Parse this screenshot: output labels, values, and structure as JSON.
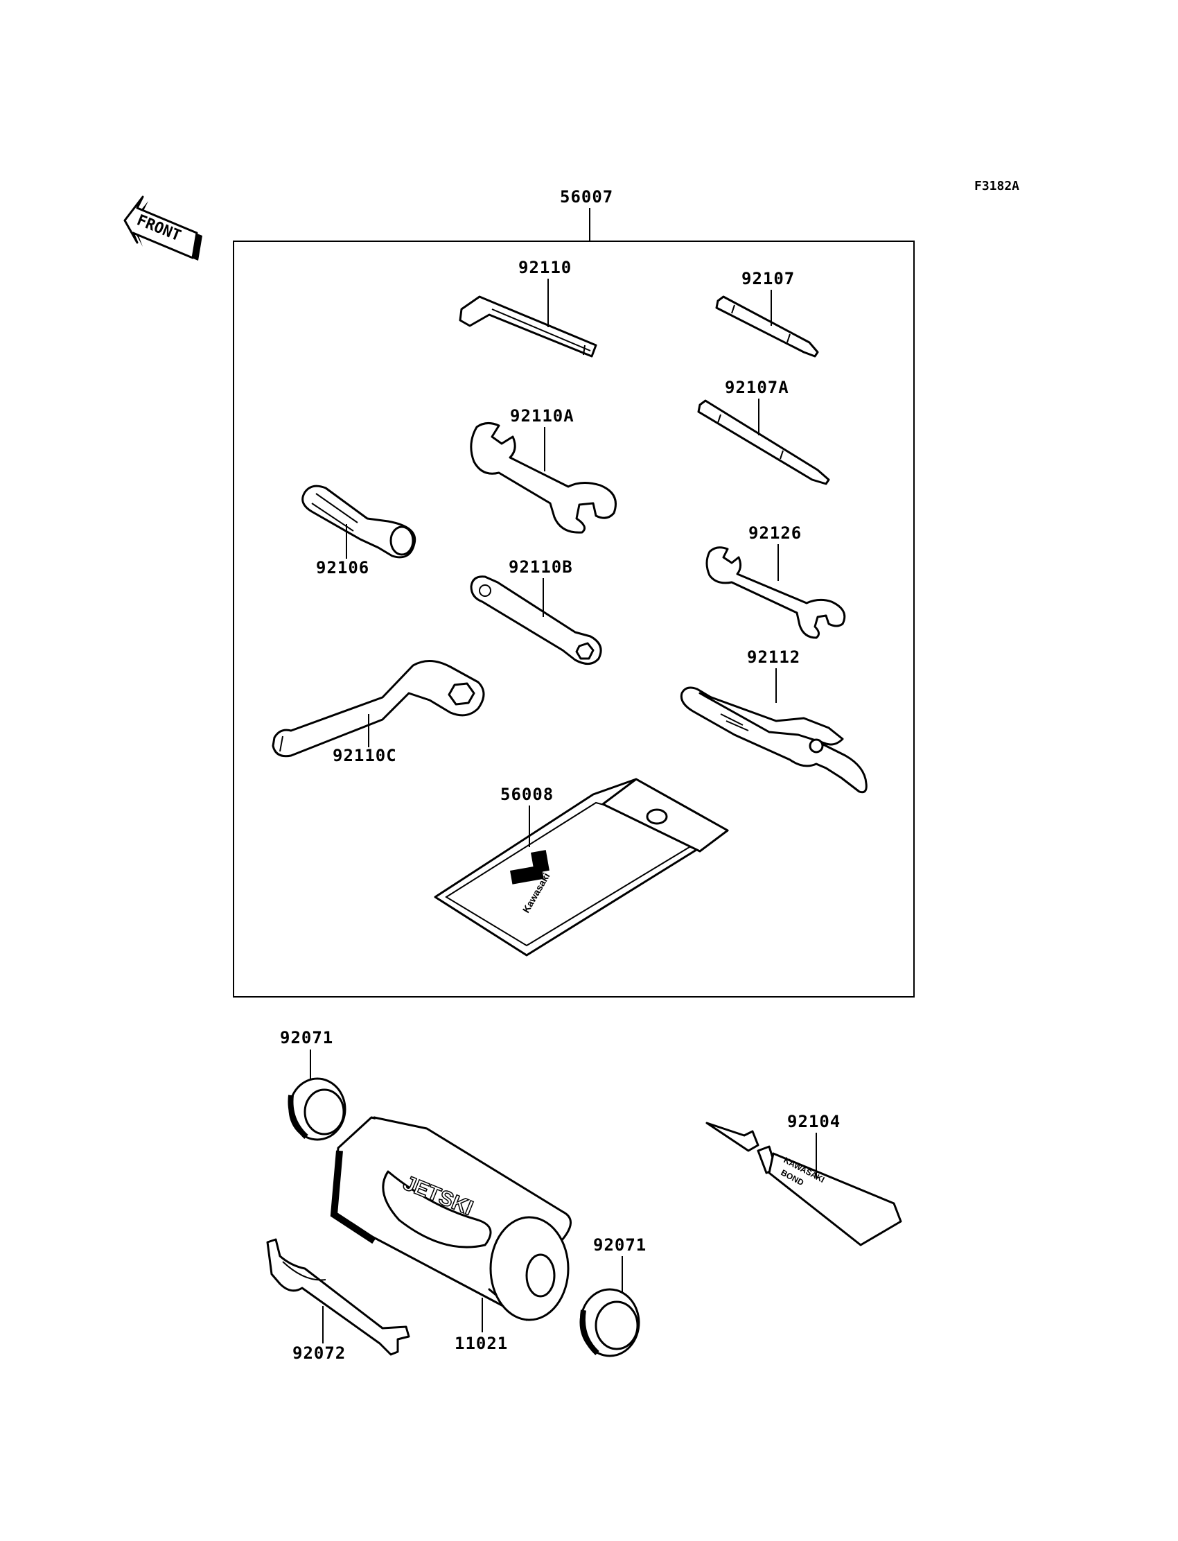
{
  "figure_code": "F3182A",
  "front_arrow": {
    "text": "FRONT",
    "icon": "front-arrow-icon"
  },
  "kit": {
    "part_number": "56007"
  },
  "parts": {
    "p92110": "92110",
    "p92107": "92107",
    "p92107A": "92107A",
    "p92110A": "92110A",
    "p92106": "92106",
    "p92126": "92126",
    "p92110B": "92110B",
    "p92112": "92112",
    "p92110C": "92110C",
    "p56008": "56008",
    "p92071_top": "92071",
    "p92104": "92104",
    "p92071_bottom": "92071",
    "p92072": "92072",
    "p11021": "11021"
  },
  "pouch_logo_text": "Kawasaki",
  "tube_text": [
    "KAWASAKI",
    "BOND"
  ],
  "cylinder_text": "JETSKI"
}
